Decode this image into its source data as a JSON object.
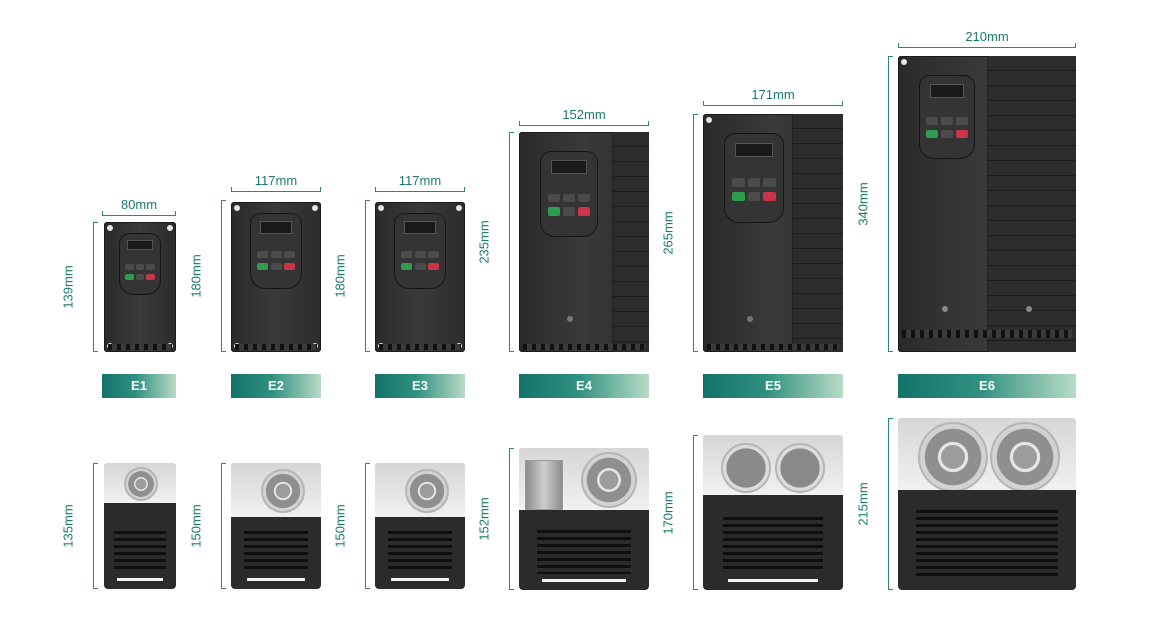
{
  "units": [
    {
      "id": "E1",
      "width": "80mm",
      "height": "139mm",
      "depth": "135mm"
    },
    {
      "id": "E2",
      "width": "117mm",
      "height": "180mm",
      "depth": "150mm"
    },
    {
      "id": "E3",
      "width": "117mm",
      "height": "180mm",
      "depth": "150mm"
    },
    {
      "id": "E4",
      "width": "152mm",
      "height": "235mm",
      "depth": "152mm"
    },
    {
      "id": "E5",
      "width": "171mm",
      "height": "265mm",
      "depth": "170mm"
    },
    {
      "id": "E6",
      "width": "210mm",
      "height": "340mm",
      "depth": "215mm"
    }
  ],
  "colors": {
    "accent": "#1c7a6c",
    "label_start": "#137369",
    "label_end": "#b8dcc6",
    "drive": "#2e2e2e"
  }
}
